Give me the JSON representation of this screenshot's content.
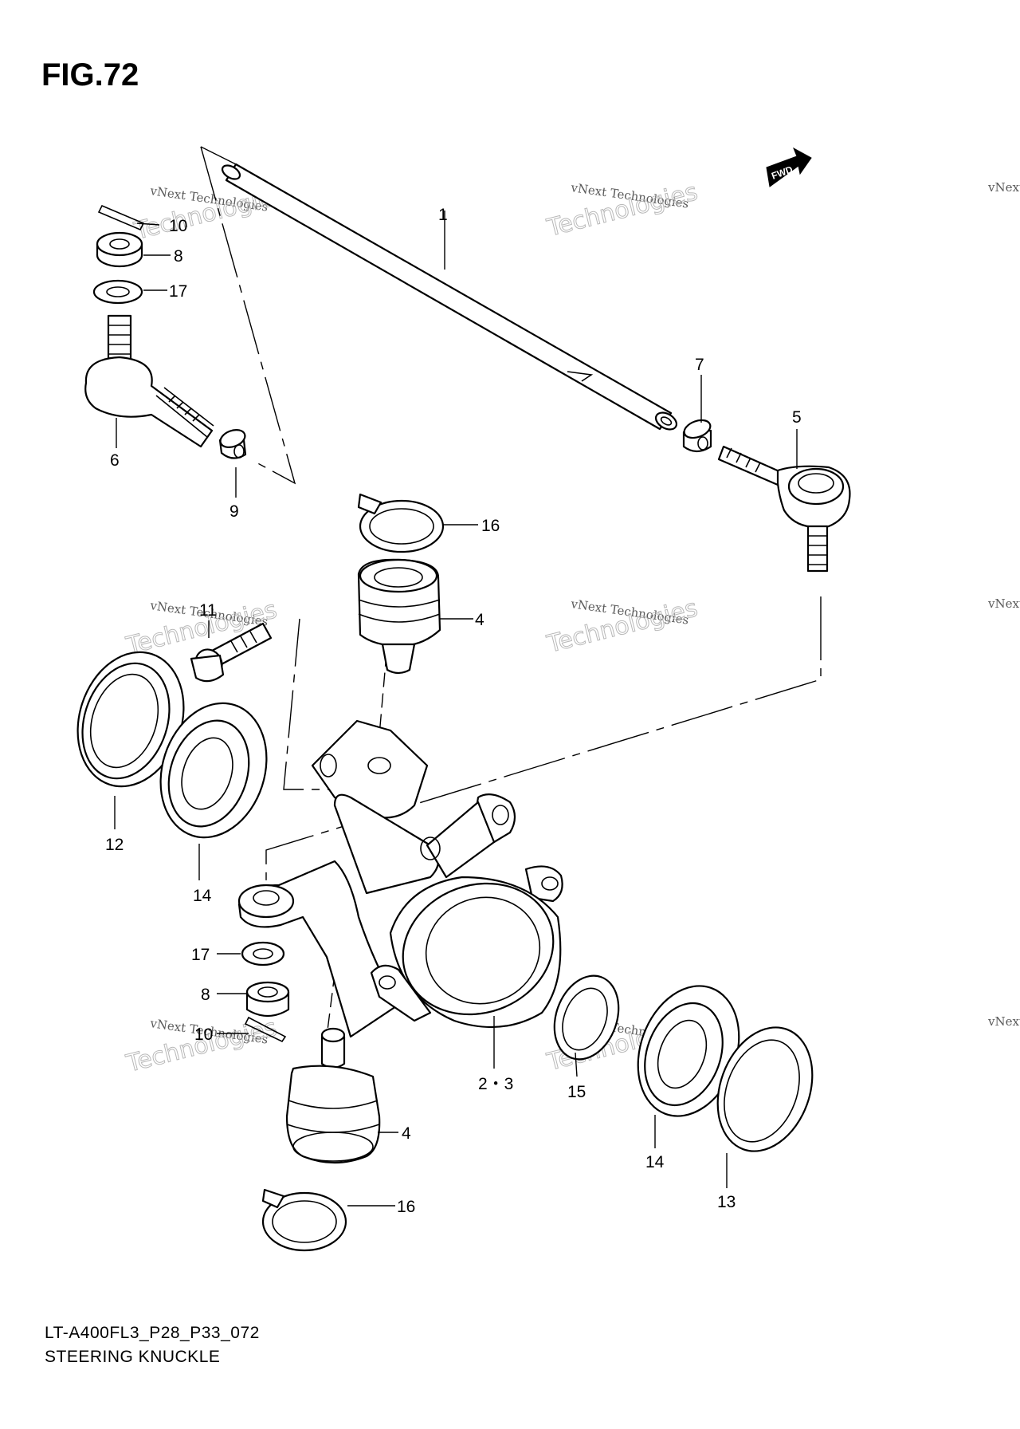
{
  "figure": {
    "title": "FIG.72",
    "fwd_label": "FWD"
  },
  "footer": {
    "code": "LT-A400FL3_P28_P33_072",
    "name": "STEERING KNUCKLE"
  },
  "watermark": {
    "line1": "vNext Technologies",
    "line2": "Technologies",
    "line3": "vNext"
  },
  "callouts": [
    {
      "id": "c1",
      "label": "1"
    },
    {
      "id": "c10a",
      "label": "10"
    },
    {
      "id": "c8a",
      "label": "8"
    },
    {
      "id": "c17a",
      "label": "17"
    },
    {
      "id": "c6",
      "label": "6"
    },
    {
      "id": "c9",
      "label": "9"
    },
    {
      "id": "c7",
      "label": "7"
    },
    {
      "id": "c5",
      "label": "5"
    },
    {
      "id": "c16a",
      "label": "16"
    },
    {
      "id": "c4a",
      "label": "4"
    },
    {
      "id": "c11",
      "label": "11"
    },
    {
      "id": "c12",
      "label": "12"
    },
    {
      "id": "c14a",
      "label": "14"
    },
    {
      "id": "c17b",
      "label": "17"
    },
    {
      "id": "c8b",
      "label": "8"
    },
    {
      "id": "c10b",
      "label": "10"
    },
    {
      "id": "c23",
      "label": "2・3"
    },
    {
      "id": "c15",
      "label": "15"
    },
    {
      "id": "c14b",
      "label": "14"
    },
    {
      "id": "c13",
      "label": "13"
    },
    {
      "id": "c4b",
      "label": "4"
    },
    {
      "id": "c16b",
      "label": "16"
    }
  ]
}
